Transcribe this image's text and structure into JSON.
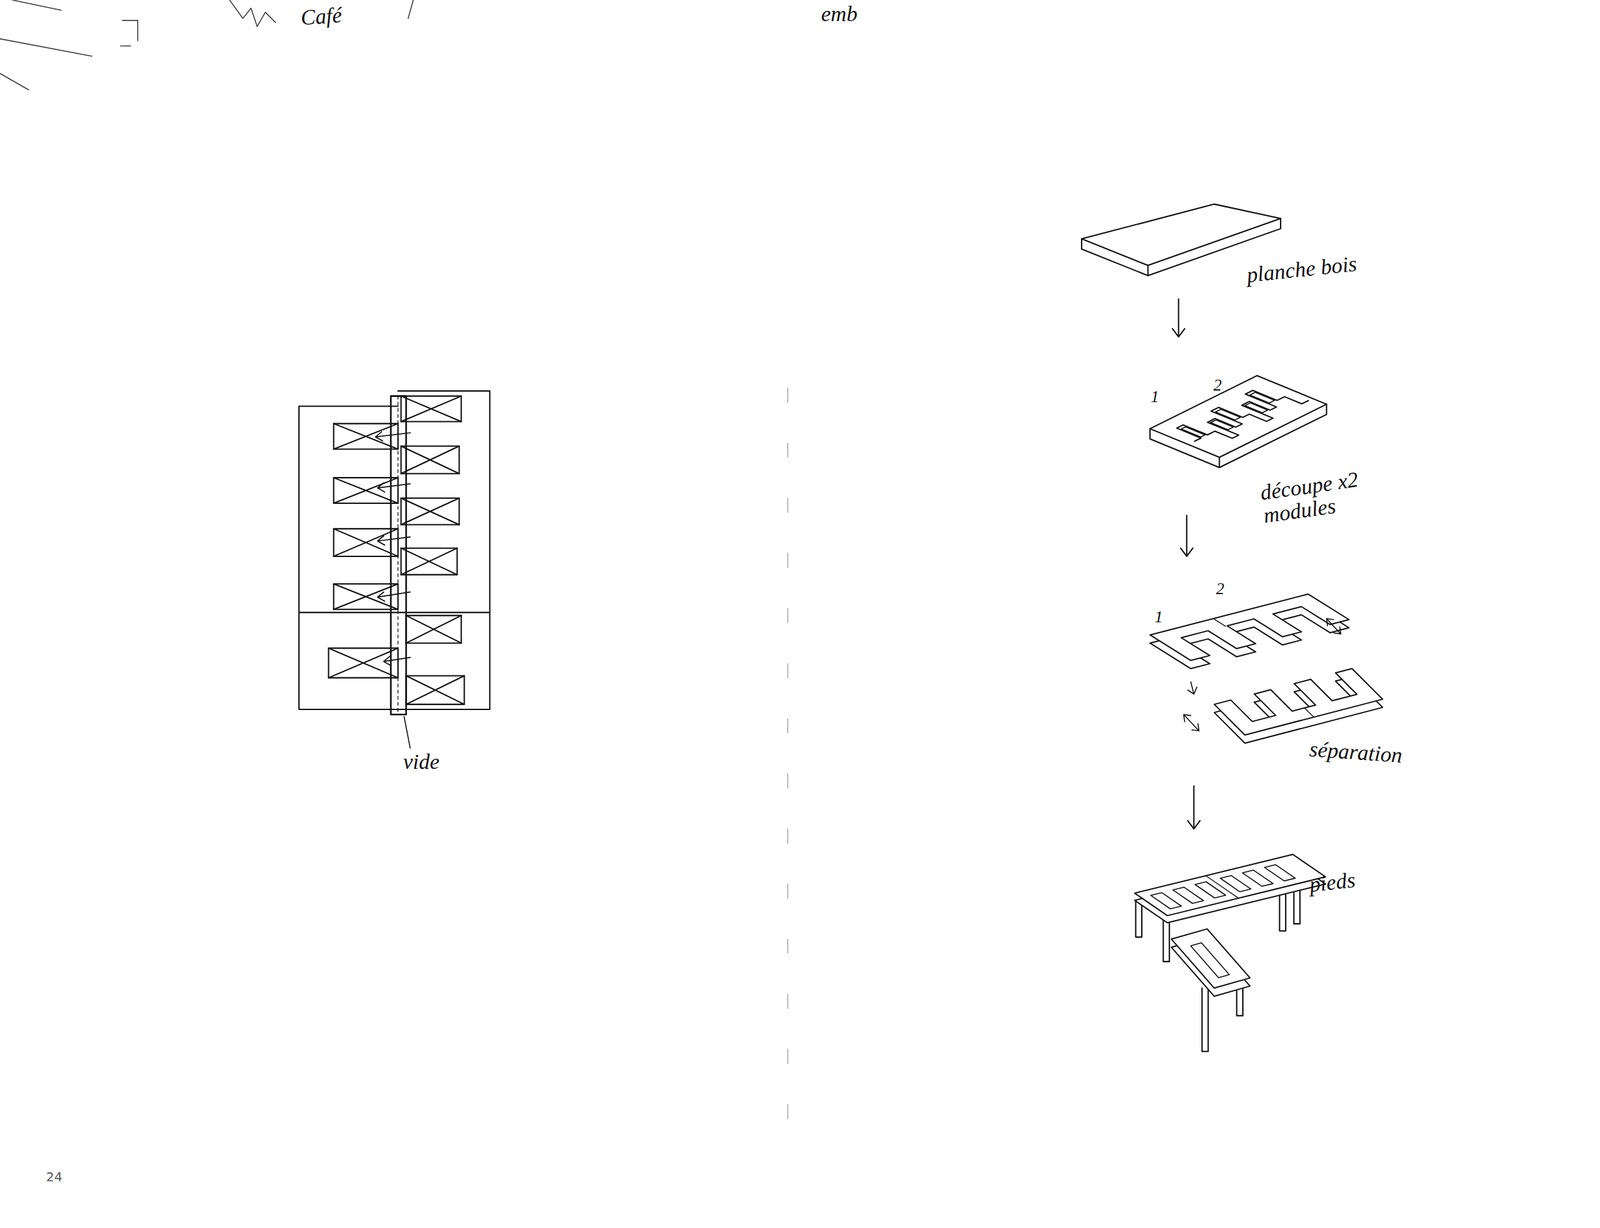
{
  "diagram": {
    "labels": [
      "Café",
      "emb",
      "vide",
      "planche bois",
      "1",
      "2",
      "découpe x2 modules",
      "1",
      "2",
      "séparation",
      "pieds",
      "24"
    ]
  }
}
